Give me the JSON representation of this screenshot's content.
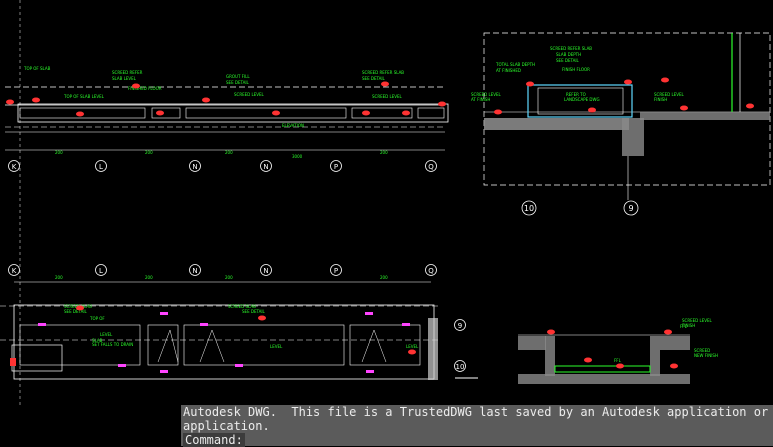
{
  "drawing": {
    "grid_top": [
      "K",
      "L",
      "N",
      "N",
      "P",
      "Q"
    ],
    "grid_bottom": [
      "K",
      "L",
      "N",
      "N",
      "P",
      "Q"
    ],
    "grid_right": [
      "9",
      "10"
    ],
    "section_bubbles": [
      "10",
      "9"
    ]
  },
  "command_line": {
    "history": [
      "Autodesk DWG.  This file is a TrustedDWG last saved by an Autodesk application or Au",
      "application."
    ],
    "prompt": "Command:"
  }
}
